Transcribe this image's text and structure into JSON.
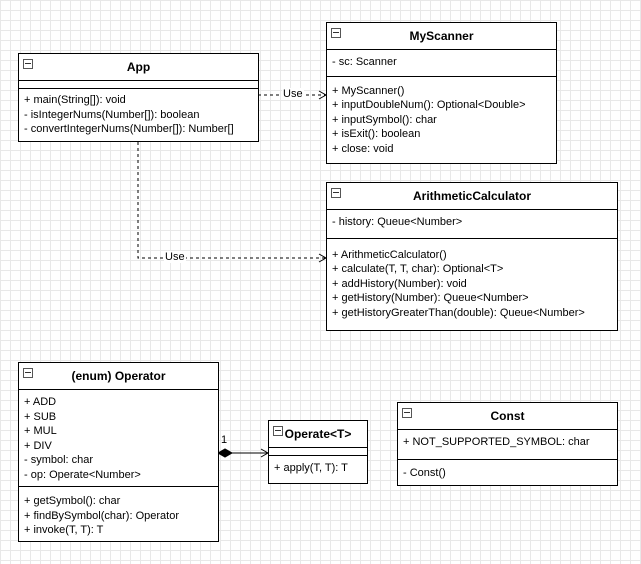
{
  "classes": {
    "app": {
      "name": "App",
      "attributes": [],
      "methods": [
        "+ main(String[]): void",
        "-  isIntegerNums(Number[]): boolean",
        "- convertIntegerNums(Number[]): Number[]"
      ]
    },
    "myscanner": {
      "name": "MyScanner",
      "attributes": [
        "- sc: Scanner"
      ],
      "methods": [
        "+ MyScanner()",
        "+ inputDoubleNum(): Optional<Double>",
        "+ inputSymbol(): char",
        "+ isExit(): boolean",
        "+ close: void"
      ]
    },
    "calculator": {
      "name": "ArithmeticCalculator",
      "attributes": [
        "- history: Queue<Number>"
      ],
      "methods": [
        "+ ArithmeticCalculator()",
        "+ calculate(T, T, char): Optional<T>",
        "+ addHistory(Number): void",
        "+ getHistory(Number): Queue<Number>",
        "+ getHistoryGreaterThan(double): Queue<Number>"
      ]
    },
    "operator": {
      "name": "(enum) Operator",
      "attributes": [
        "+ ADD",
        "+ SUB",
        "+ MUL",
        "+ DIV",
        "- symbol: char",
        "- op: Operate<Number>"
      ],
      "methods": [
        "+ getSymbol(): char",
        "+ findBySymbol(char): Operator",
        "+ invoke(T, T): T"
      ]
    },
    "operate": {
      "name": "Operate<T>",
      "attributes": [],
      "methods": [
        "+ apply(T, T): T"
      ]
    },
    "const": {
      "name": "Const",
      "attributes": [
        "+ NOT_SUPPORTED_SYMBOL: char"
      ],
      "methods": [
        "- Const()"
      ]
    }
  },
  "relations": {
    "app_myscanner": "Use",
    "app_calculator": "Use",
    "operator_operate_multiplicity": "1"
  }
}
